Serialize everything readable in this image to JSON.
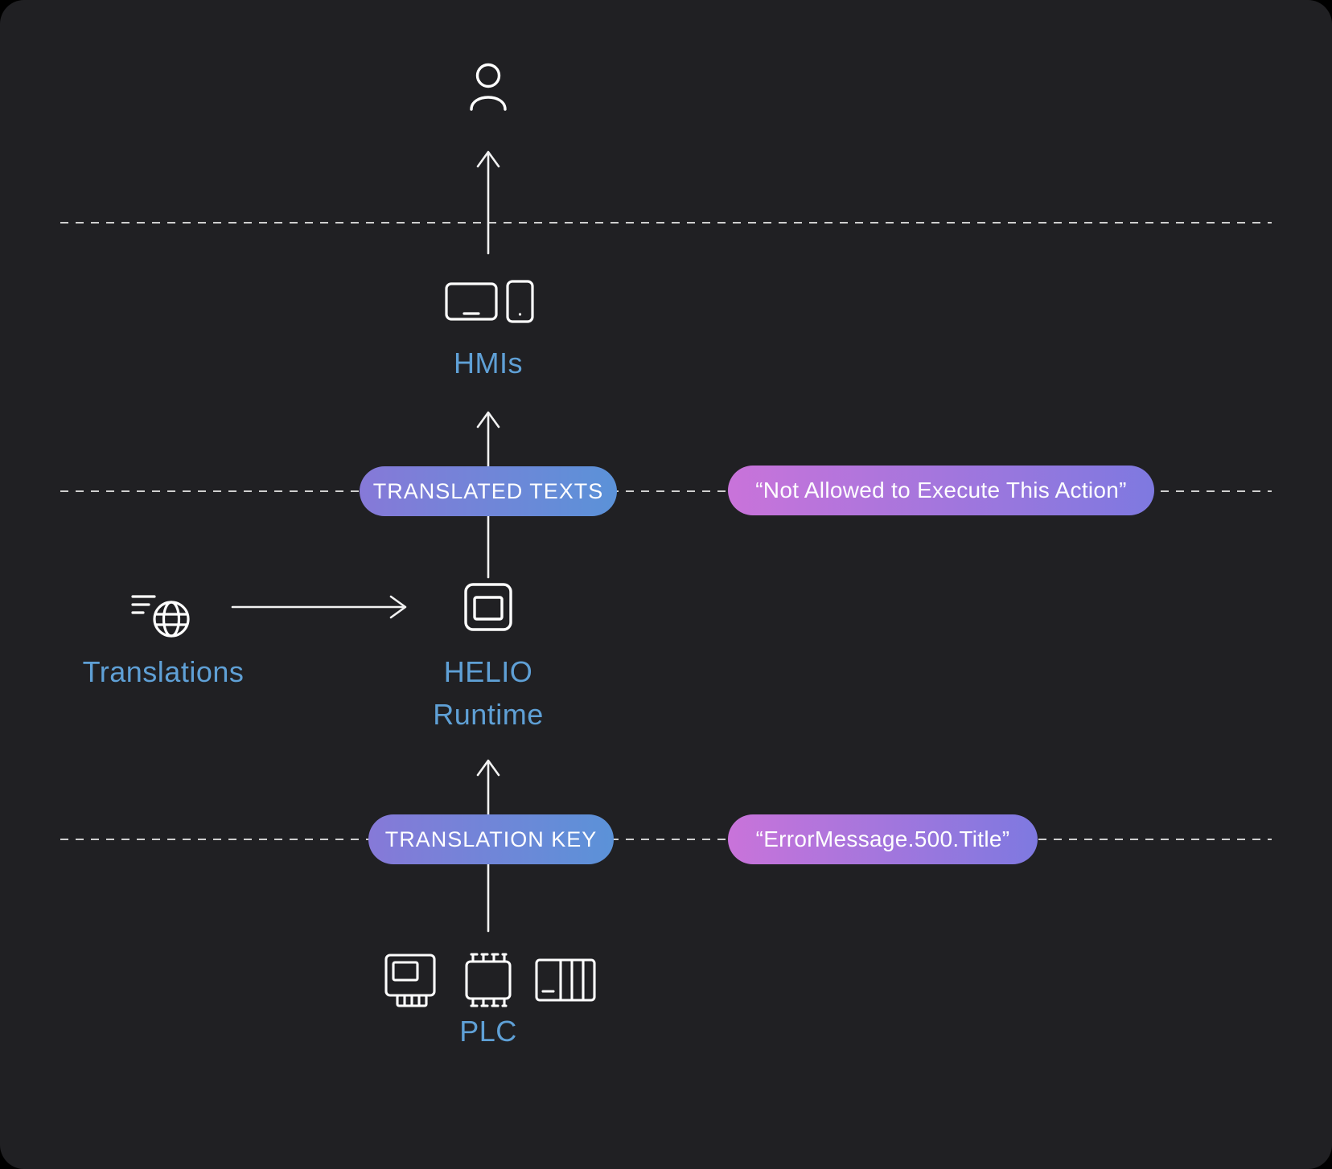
{
  "colors": {
    "frame": "#000000",
    "panel_background": "#202023",
    "label_blue": "#5fa0d6",
    "line_white": "#f2f2f2",
    "dashed_line": "#cfcfcf",
    "pill_key_gradient_start": "#8679d8",
    "pill_key_gradient_end": "#5b92d8",
    "pill_value_gradient_start": "#c973da",
    "pill_value_gradient_end": "#7e79e0"
  },
  "nodes": {
    "user": {
      "icon": "person-icon"
    },
    "hmis": {
      "label": "HMIs",
      "icons": [
        "tablet-icon",
        "phone-icon"
      ]
    },
    "translations": {
      "label": "Translations",
      "icon": "translations-globe-icon"
    },
    "helio": {
      "label_line1": "HELIO",
      "label_line2": "Runtime",
      "icon": "helio-runtime-icon"
    },
    "plc": {
      "label": "PLC",
      "icons": [
        "plc-panel-icon",
        "plc-module-icon",
        "plc-rack-icon"
      ]
    }
  },
  "pills": {
    "translated_texts": {
      "label": "TRANSLATED TEXTS"
    },
    "translated_texts_example": {
      "label": "“Not Allowed to Execute This Action”"
    },
    "translation_key": {
      "label": "TRANSLATION KEY"
    },
    "translation_key_example": {
      "label": "“ErrorMessage.500.Title”"
    }
  }
}
